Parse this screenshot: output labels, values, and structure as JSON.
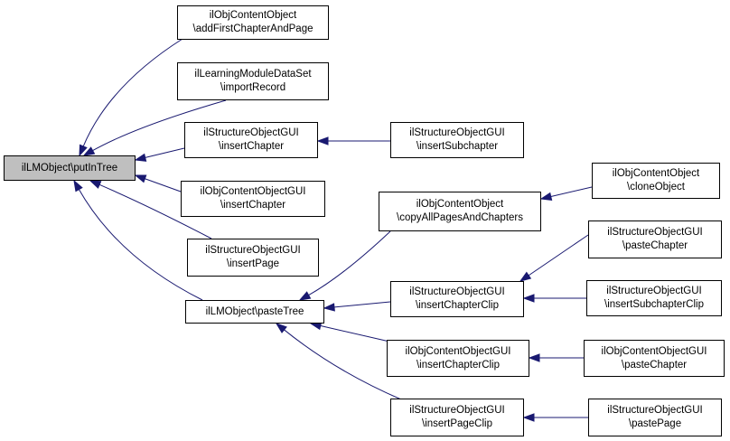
{
  "diagram": {
    "edge_color": "#191970",
    "root_fill": "#bfbfbf",
    "nodes": [
      {
        "id": "putInTree",
        "lines": [
          "ilLMObject\\putInTree"
        ],
        "root": true
      },
      {
        "id": "addFirst",
        "lines": [
          "ilObjContentObject",
          "\\addFirstChapterAndPage"
        ]
      },
      {
        "id": "importRecord",
        "lines": [
          "ilLearningModuleDataSet",
          "\\importRecord"
        ]
      },
      {
        "id": "sogInsertChapter",
        "lines": [
          "ilStructureObjectGUI",
          "\\insertChapter"
        ]
      },
      {
        "id": "sogInsertSubchapter",
        "lines": [
          "ilStructureObjectGUI",
          "\\insertSubchapter"
        ]
      },
      {
        "id": "cogInsertChapter",
        "lines": [
          "ilObjContentObjectGUI",
          "\\insertChapter"
        ]
      },
      {
        "id": "sogInsertPage",
        "lines": [
          "ilStructureObjectGUI",
          "\\insertPage"
        ]
      },
      {
        "id": "pasteTree",
        "lines": [
          "ilLMObject\\pasteTree"
        ]
      },
      {
        "id": "copyAll",
        "lines": [
          "ilObjContentObject",
          "\\copyAllPagesAndChapters"
        ]
      },
      {
        "id": "cloneObject",
        "lines": [
          "ilObjContentObject",
          "\\cloneObject"
        ]
      },
      {
        "id": "sogInsertChapterClip",
        "lines": [
          "ilStructureObjectGUI",
          "\\insertChapterClip"
        ]
      },
      {
        "id": "sogPasteChapter",
        "lines": [
          "ilStructureObjectGUI",
          "\\pasteChapter"
        ]
      },
      {
        "id": "sogInsertSubchapterClip",
        "lines": [
          "ilStructureObjectGUI",
          "\\insertSubchapterClip"
        ]
      },
      {
        "id": "cogInsertChapterClip",
        "lines": [
          "ilObjContentObjectGUI",
          "\\insertChapterClip"
        ]
      },
      {
        "id": "cogPasteChapter",
        "lines": [
          "ilObjContentObjectGUI",
          "\\pasteChapter"
        ]
      },
      {
        "id": "sogInsertPageClip",
        "lines": [
          "ilStructureObjectGUI",
          "\\insertPageClip"
        ]
      },
      {
        "id": "sogPastePage",
        "lines": [
          "ilStructureObjectGUI",
          "\\pastePage"
        ]
      }
    ],
    "edges": [
      {
        "from": "addFirst",
        "to": "putInTree"
      },
      {
        "from": "importRecord",
        "to": "putInTree"
      },
      {
        "from": "sogInsertChapter",
        "to": "putInTree"
      },
      {
        "from": "cogInsertChapter",
        "to": "putInTree"
      },
      {
        "from": "sogInsertPage",
        "to": "putInTree"
      },
      {
        "from": "pasteTree",
        "to": "putInTree"
      },
      {
        "from": "sogInsertSubchapter",
        "to": "sogInsertChapter"
      },
      {
        "from": "copyAll",
        "to": "pasteTree"
      },
      {
        "from": "sogInsertChapterClip",
        "to": "pasteTree"
      },
      {
        "from": "cogInsertChapterClip",
        "to": "pasteTree"
      },
      {
        "from": "sogInsertPageClip",
        "to": "pasteTree"
      },
      {
        "from": "cloneObject",
        "to": "copyAll"
      },
      {
        "from": "sogPasteChapter",
        "to": "sogInsertChapterClip"
      },
      {
        "from": "sogInsertSubchapterClip",
        "to": "sogInsertChapterClip"
      },
      {
        "from": "cogPasteChapter",
        "to": "cogInsertChapterClip"
      },
      {
        "from": "sogPastePage",
        "to": "sogInsertPageClip"
      }
    ]
  }
}
